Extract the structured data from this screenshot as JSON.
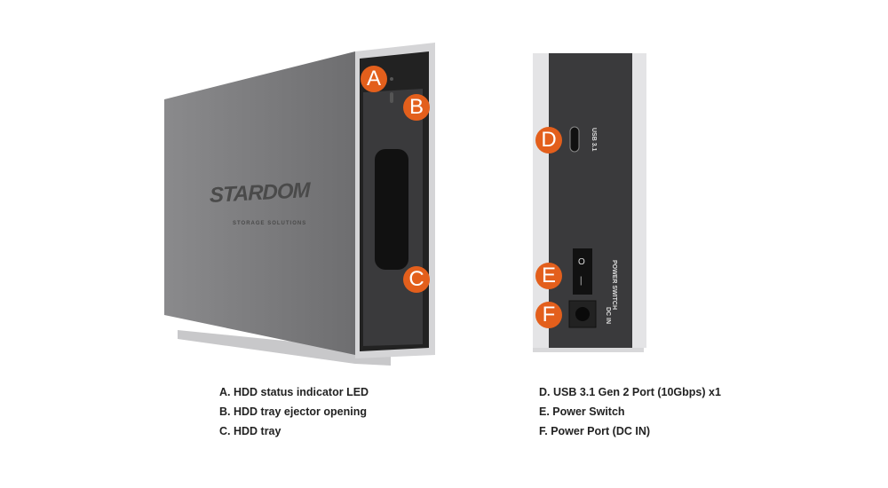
{
  "device_front": {
    "logo": "STARDOM",
    "logo_sub": "STORAGE SOLUTIONS"
  },
  "device_back": {
    "usb_label": "USB 3.1",
    "switch_label": "POWER SWITCH",
    "dc_label": "DC IN",
    "switch_on": "O",
    "switch_off": "—"
  },
  "badges": [
    "A",
    "B",
    "C",
    "D",
    "E",
    "F"
  ],
  "badge_color": "#e35f1c",
  "captions_left": [
    "A. HDD status indicator LED",
    "B. HDD tray ejector opening",
    "C. HDD tray"
  ],
  "captions_right": [
    "D. USB 3.1 Gen 2 Port (10Gbps) x1",
    "E. Power Switch",
    "F. Power Port (DC IN)"
  ]
}
